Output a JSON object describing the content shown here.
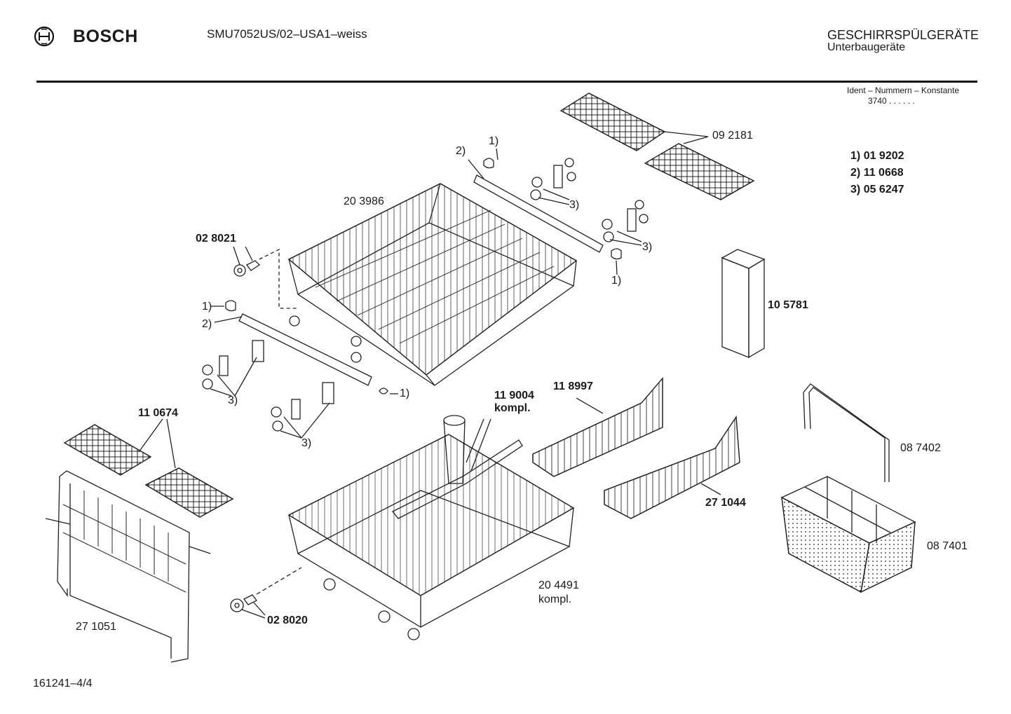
{
  "header": {
    "brand": "BOSCH",
    "model": "SMU7052US/02–USA1–weiss",
    "category": "GESCHIRRSPÜLGERÄTE",
    "subcategory": "Unterbaugeräte"
  },
  "ident": {
    "title": "Ident – Nummern – Konstante",
    "value": "3740  .  .    .  .  .  ."
  },
  "footnotes": [
    {
      "key": "1)",
      "part": "01 9202"
    },
    {
      "key": "2)",
      "part": "11 0668"
    },
    {
      "key": "3)",
      "part": "05 6247"
    }
  ],
  "labels": {
    "tines_top": "09 2181",
    "upper_basket": "20 3986",
    "roller_upper": "02 8021",
    "cutlery_holder": "10 5781",
    "spray_arm": "11 9004",
    "spray_arm_note": "kompl.",
    "rack_insert_a": "11 8997",
    "rack_insert_b": "27 1044",
    "tines_left": "11 0674",
    "handle": "08 7402",
    "cutlery_basket": "08 7401",
    "lower_basket": "20 4491",
    "lower_basket_note": "kompl.",
    "roller_lower": "02 8020",
    "frame": "27 1051",
    "ref1": "1)",
    "ref2": "2)",
    "ref3": "3)"
  },
  "footer": {
    "doc_number": "161241–4/4"
  }
}
